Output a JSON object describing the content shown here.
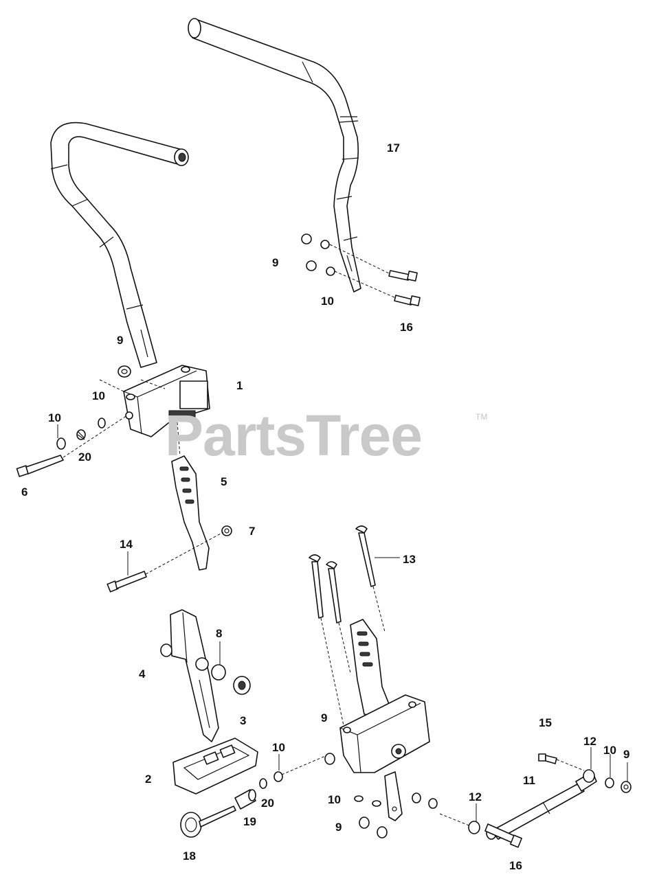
{
  "watermark": {
    "text": "PartsTree",
    "tm": "TM"
  },
  "labels": {
    "l1": "1",
    "l2": "2",
    "l3": "3",
    "l4": "4",
    "l5": "5",
    "l6": "6",
    "l7": "7",
    "l8": "8",
    "l9a": "9",
    "l9b": "9",
    "l9c": "9",
    "l9d": "9",
    "l9e": "9",
    "l10a": "10",
    "l10b": "10",
    "l10c": "10",
    "l10d": "10",
    "l10e": "10",
    "l10f": "10",
    "l11": "11",
    "l12a": "12",
    "l12b": "12",
    "l13": "13",
    "l14": "14",
    "l15": "15",
    "l16a": "16",
    "l16b": "16",
    "l17": "17",
    "l18": "18",
    "l19": "19",
    "l20a": "20",
    "l20b": "20"
  }
}
